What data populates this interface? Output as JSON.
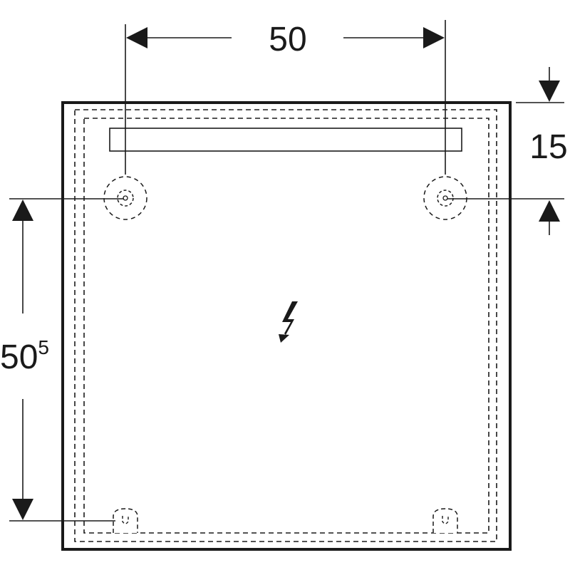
{
  "drawing": {
    "subject": "Mirror cabinet mounting dimensions",
    "colors": {
      "stroke": "#1a1a1a",
      "background": "#ffffff"
    },
    "dimensions": {
      "horizontal_spacing": {
        "value": "50",
        "superscript": ""
      },
      "top_offset": {
        "value": "15",
        "superscript": ""
      },
      "vertical_spacing": {
        "value": "50",
        "superscript": "5"
      }
    },
    "symbols": {
      "power": "electrical-connection-symbol",
      "top_mounts": [
        "keyhole-mount-left",
        "keyhole-mount-right"
      ],
      "bottom_mounts": [
        "slot-mount-left",
        "slot-mount-right"
      ]
    }
  }
}
